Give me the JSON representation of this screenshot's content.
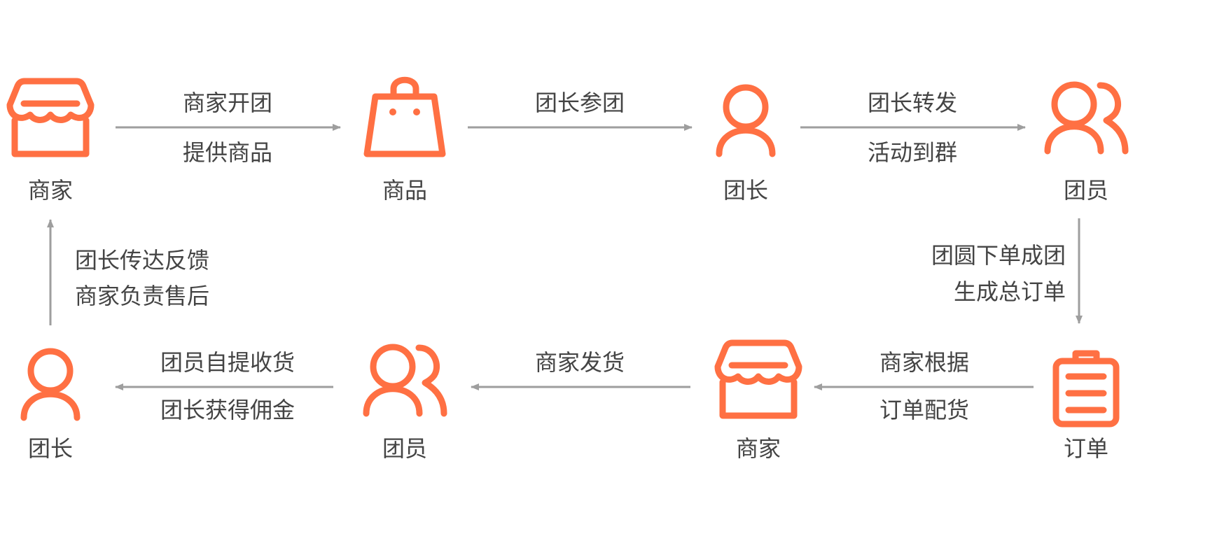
{
  "colors": {
    "icon": "#ff7043",
    "arrow": "#9e9e9e",
    "text": "#444444"
  },
  "nodes": [
    {
      "id": "merchant-top",
      "label": "商家",
      "icon": "store-icon"
    },
    {
      "id": "product",
      "label": "商品",
      "icon": "shopping-bag-icon"
    },
    {
      "id": "leader-top",
      "label": "团长",
      "icon": "person-icon"
    },
    {
      "id": "members-top",
      "label": "团员",
      "icon": "group-icon"
    },
    {
      "id": "order",
      "label": "订单",
      "icon": "clipboard-icon"
    },
    {
      "id": "merchant-bottom",
      "label": "商家",
      "icon": "store-icon"
    },
    {
      "id": "members-bottom",
      "label": "团员",
      "icon": "group-icon"
    },
    {
      "id": "leader-bottom",
      "label": "团长",
      "icon": "person-icon"
    }
  ],
  "edges": [
    {
      "from": "merchant-top",
      "to": "product",
      "lines": [
        "商家开团",
        "提供商品"
      ]
    },
    {
      "from": "product",
      "to": "leader-top",
      "lines": [
        "团长参团"
      ]
    },
    {
      "from": "leader-top",
      "to": "members-top",
      "lines": [
        "团长转发",
        "活动到群"
      ]
    },
    {
      "from": "members-top",
      "to": "order",
      "lines": [
        "团圆下单成团",
        "生成总订单"
      ]
    },
    {
      "from": "order",
      "to": "merchant-bottom",
      "lines": [
        "商家根据",
        "订单配货"
      ]
    },
    {
      "from": "merchant-bottom",
      "to": "members-bottom",
      "lines": [
        "商家发货"
      ]
    },
    {
      "from": "members-bottom",
      "to": "leader-bottom",
      "lines": [
        "团员自提收货",
        "团长获得佣金"
      ]
    },
    {
      "from": "leader-bottom",
      "to": "merchant-top",
      "lines": [
        "团长传达反馈",
        "商家负责售后"
      ]
    }
  ]
}
